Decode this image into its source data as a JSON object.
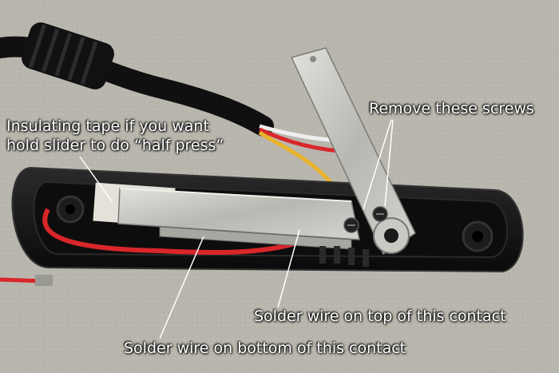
{
  "annotations": {
    "tape_line1": "Insulating tape if you want",
    "tape_line2": "hold slider to do “half press”",
    "remove_screws": "Remove these screws",
    "solder_top": "Solder wire on top of this contact",
    "solder_bottom": "Solder wire on bottom of this contact"
  },
  "colors": {
    "table": "#b9b6ad",
    "case": "#141414",
    "metal": "#c9c9c4",
    "wire_red": "#d8262a",
    "wire_yellow": "#e8b22a",
    "annotation_text": "#ffffff"
  }
}
